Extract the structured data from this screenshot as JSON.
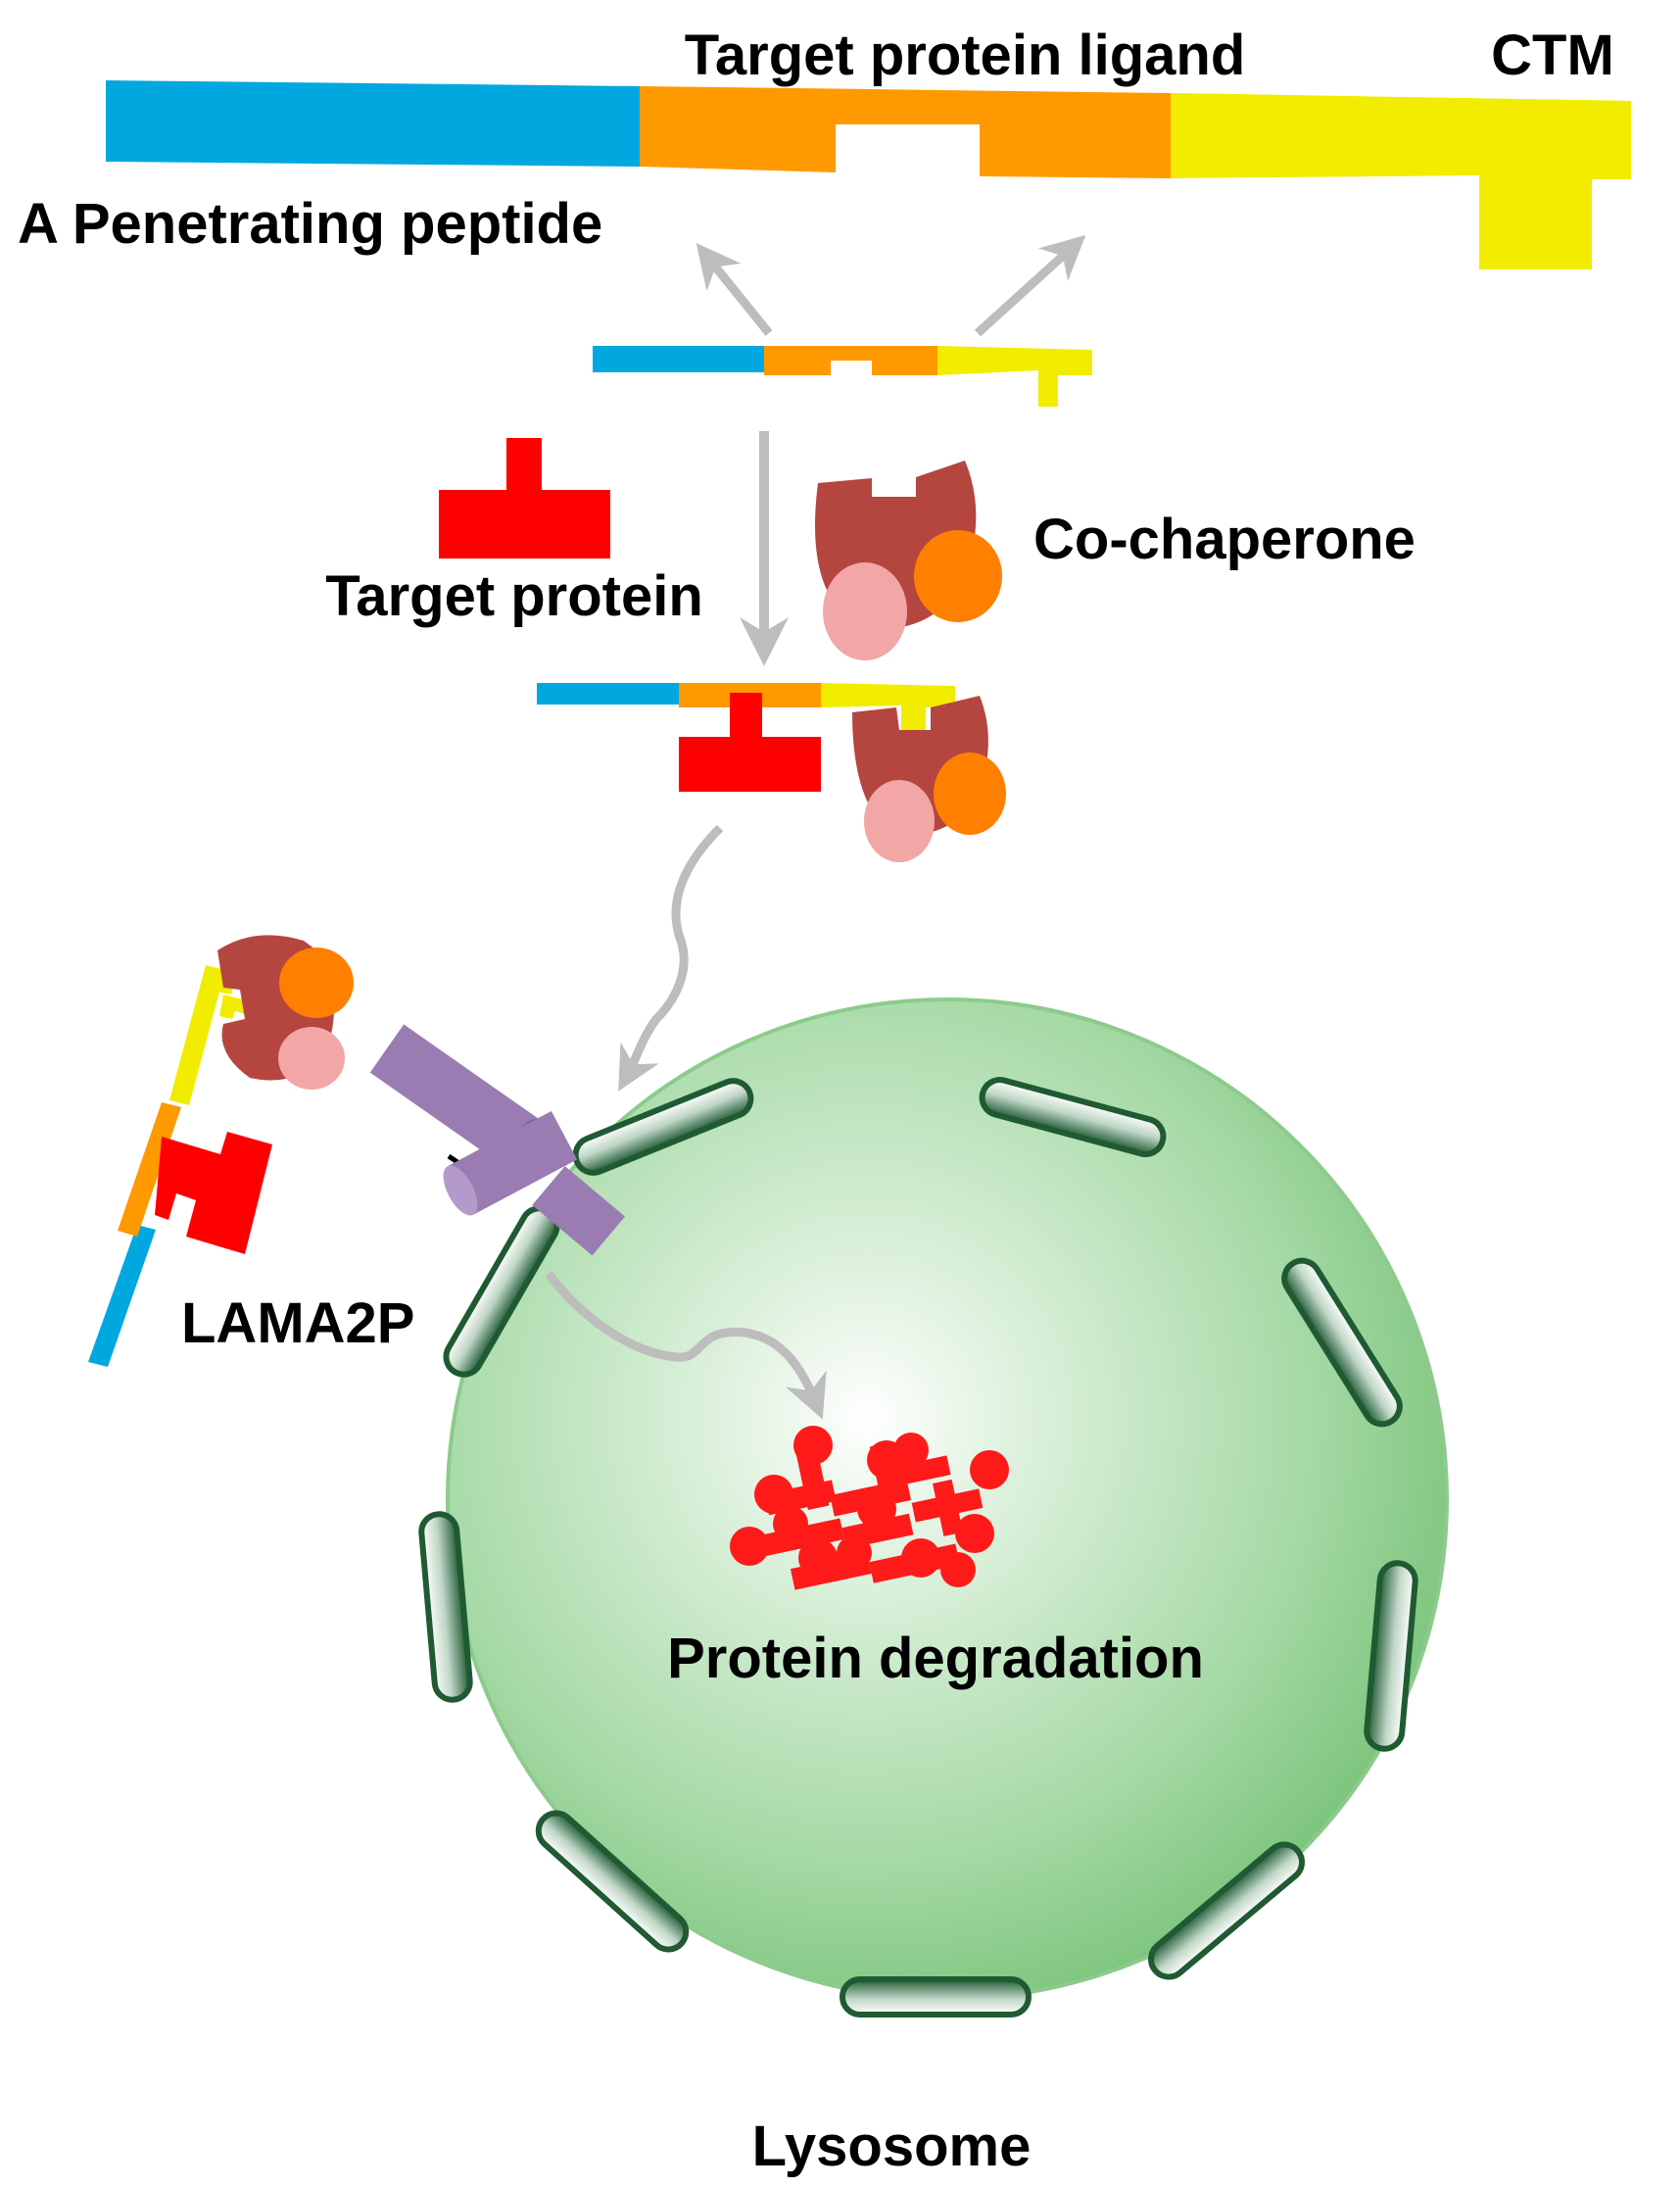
{
  "labels": {
    "penetrating_peptide": "A Penetrating peptide",
    "target_ligand": "Target protein ligand",
    "ctm": "CTM",
    "target_protein": "Target protein",
    "co_chaperone": "Co-chaperone",
    "lama2p": "LAMA2P",
    "protein_degradation": "Protein degradation",
    "lysosome": "Lysosome"
  },
  "colors": {
    "penetrating_peptide": "#00A8E0",
    "target_ligand": "#FF9900",
    "ctm": "#F2EC00",
    "target_protein": "#FF0000",
    "co_chaperone_body": "#B5463F",
    "co_chaperone_orange": "#FF7F00",
    "co_chaperone_pink": "#F2A6A6",
    "receptor": "#9A7BB2",
    "lysosome_fill": "#8CCB8C",
    "lysosome_membrane": "#1F5A33",
    "arrow": "#BDBDBD",
    "degraded_protein": "#FF1A1A"
  }
}
